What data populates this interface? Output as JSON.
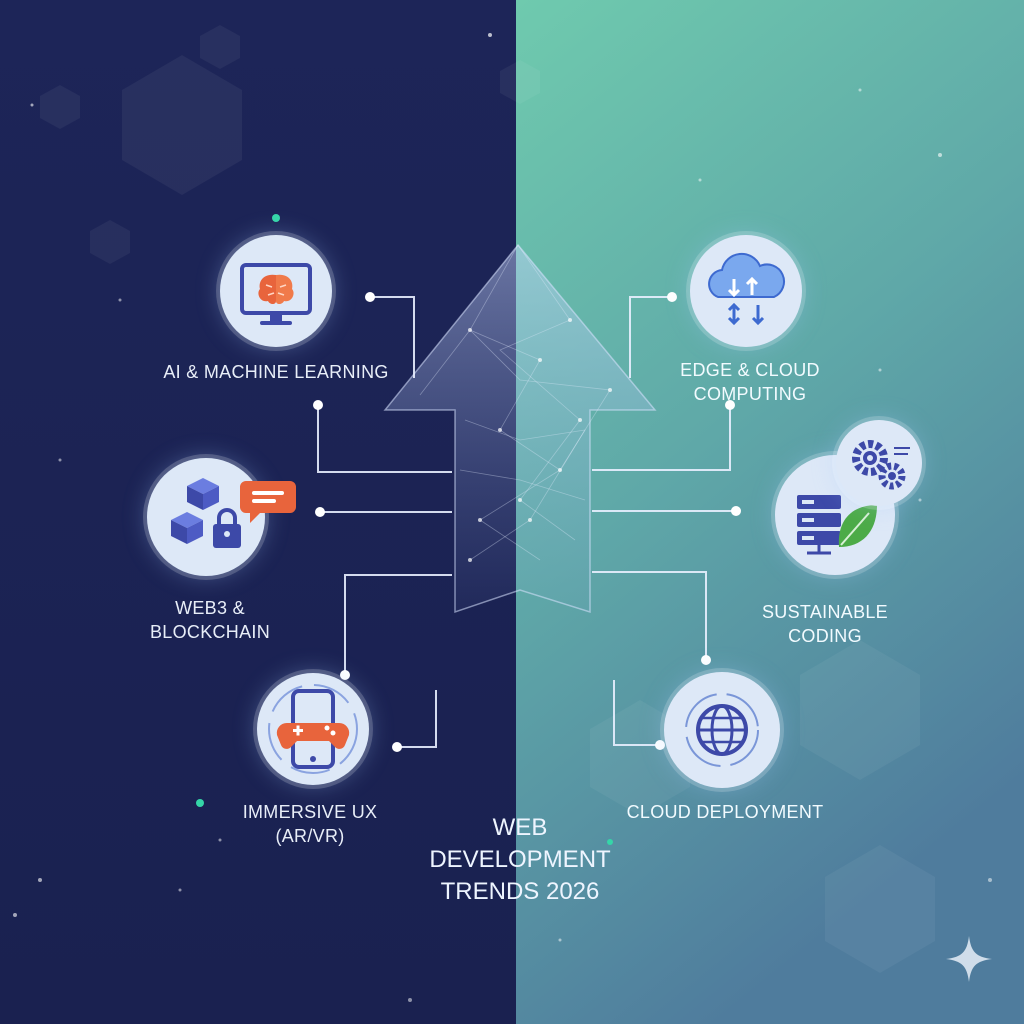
{
  "title": "WEB\nDEVELOPMENT\nTRENDS 2026",
  "nodes": [
    {
      "label": "AI & MACHINE LEARNING",
      "icon": "monitor-brain-icon"
    },
    {
      "label": "WEB3 &\nBLOCKCHAIN",
      "icon": "blockchain-lock-icon"
    },
    {
      "label": "IMMERSIVE UX\n(AR/VR)",
      "icon": "phone-gamepad-icon"
    },
    {
      "label": "EDGE & CLOUD\nCOMPUTING",
      "icon": "cloud-sync-icon"
    },
    {
      "label": "SUSTAINABLE\nCODING",
      "icon": "server-gears-leaf-icon"
    },
    {
      "label": "CLOUD DEPLOYMENT",
      "icon": "globe-icon"
    }
  ],
  "colors": {
    "left_bg": "#1c2458",
    "right_bg_top": "#6fcfb2",
    "right_bg_bottom": "#4e7fa0",
    "accent_orange": "#e8643c",
    "accent_blue": "#3d49a8",
    "accent_teal": "#2fd3a4",
    "leaf_green": "#4cab47"
  }
}
